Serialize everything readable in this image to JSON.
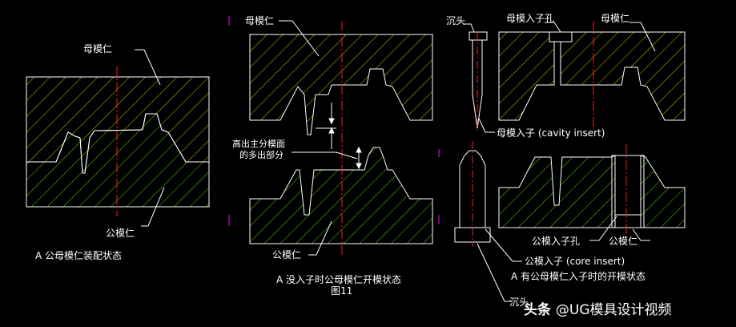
{
  "colors": {
    "background": "#000000",
    "outline": "#ffffff",
    "cavity_hatch": "#c8c800",
    "core_hatch": "#4fdc00",
    "centerline": "#ff1a1a",
    "marker": "#ff00ff"
  },
  "labels": {
    "left_cavity": "母模仁",
    "left_core": "公模仁",
    "caption_left": "A 公母模仁装配状态",
    "mid_cavity": "母模仁",
    "mid_protrude_1": "高出主分模面",
    "mid_protrude_2": "的多出部分",
    "mid_core": "公模仁",
    "caption_mid": "A 没入子时公母模仁开模状态",
    "figure_no": "图11",
    "countersink_top": "沉头",
    "cavity_insert_hole": "母模入子孔",
    "right_cavity": "母模仁",
    "cavity_insert": "母模入子 (cavity insert)",
    "core_insert_hole": "公模入子孔",
    "right_core": "公模仁",
    "core_insert": "公模入子 (core insert)",
    "caption_right": "A 有公母模仁入子时的开模状态",
    "countersink_bottom": "沉头"
  },
  "watermark": {
    "brand": "头条",
    "handle": "@UG模具设计视频"
  }
}
